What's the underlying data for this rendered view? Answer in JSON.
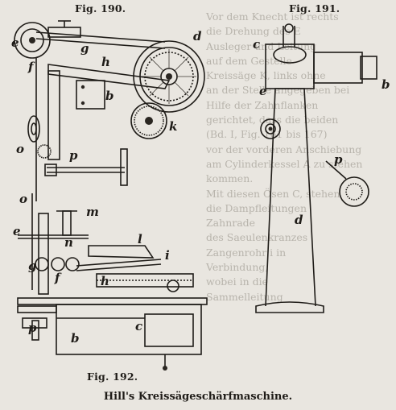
{
  "figures": [
    {
      "label": "Fig. 190."
    },
    {
      "label": "Fig. 191."
    },
    {
      "label": "Fig. 192."
    }
  ],
  "caption": "Hill's Kreissägeschärfmaschine.",
  "background_text": [
    "Vor dem Knecht ist rechts",
    "die Drehung des E",
    "Ausleger und Leitung",
    "auf dem Gestelle",
    "Kreissäge K, links ohne",
    "an der Stelle angegeben bei",
    "Hilfe der Zahnflanken",
    "gerichtet, dass die beiden",
    "(Bd. I, Fig. 161 bis 167)",
    "vor der vorderen Anschiebung",
    "am Cylinderkessel A zu stehen",
    "kommen.",
    "Mit diesen Ösen C, stehen",
    "die Dampfleitungen",
    "Zahnrade",
    "des Saeulenkranzes",
    "Zangenrohr i in",
    "Verbindung,",
    "wobei in die",
    "Sammelleitung"
  ],
  "part_labels": {
    "fig190": [
      "e",
      "g",
      "h",
      "d",
      "f",
      "b",
      "k",
      "o",
      "p"
    ],
    "fig191": [
      "c",
      "e",
      "b",
      "d",
      "p"
    ],
    "fig192": [
      "o",
      "m",
      "e",
      "l",
      "n",
      "g",
      "f",
      "h",
      "i",
      "c",
      "p",
      "b"
    ]
  }
}
